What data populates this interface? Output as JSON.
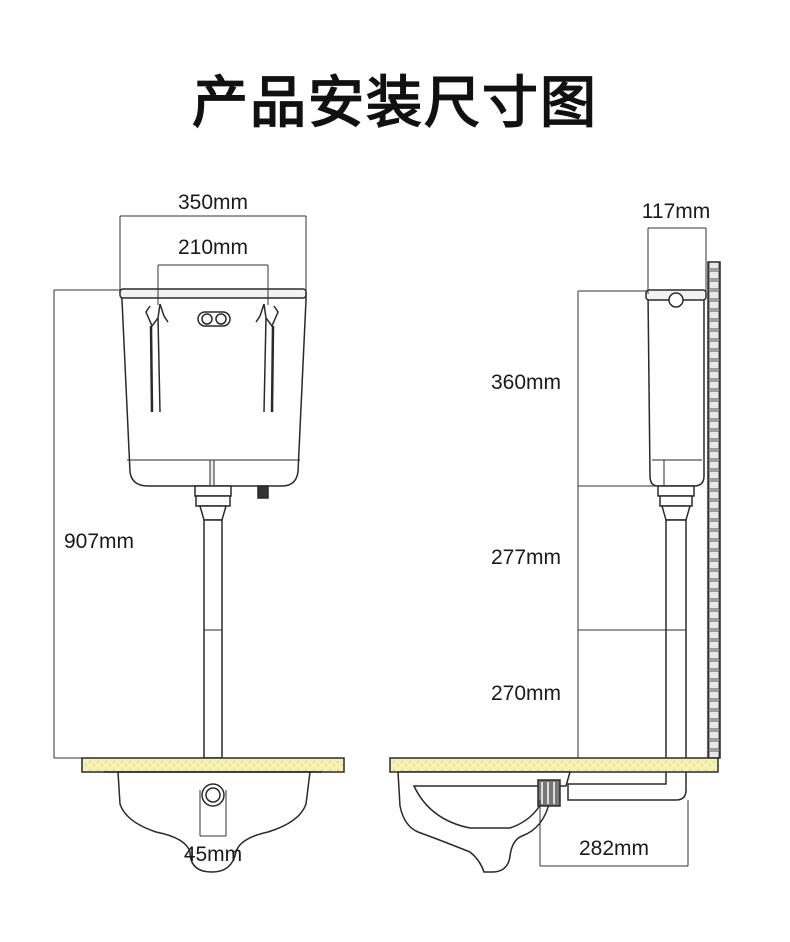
{
  "title": "产品安装尺寸图",
  "dimensions": {
    "front": {
      "tank_width": "350mm",
      "bracket_spacing": "210mm",
      "total_height": "907mm",
      "pipe_diameter": "45mm"
    },
    "side": {
      "tank_depth": "117mm",
      "tank_height": "360mm",
      "upper_pipe": "277mm",
      "lower_pipe": "270mm",
      "outlet_offset": "282mm"
    }
  },
  "colors": {
    "line": "#2a2a2a",
    "tank_fill": "#ffffff",
    "floor_fill": "#f5f0a8",
    "wall_fill": "#e4e4e4"
  }
}
